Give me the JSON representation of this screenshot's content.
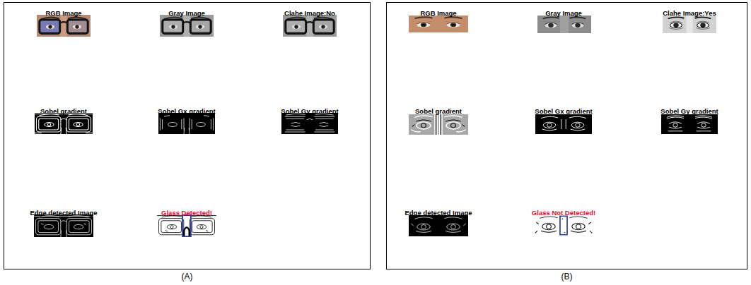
{
  "diagram": {
    "nodes": [
      {
        "text": [
          "(A)"
        ]
      },
      {
        "text": [
          "RGB Image"
        ],
        "in": 0
      },
      {
        "text": [
          "Gray Image"
        ],
        "in": 0
      },
      {
        "text": [
          "Clahe Image:No"
        ],
        "in": 0
      },
      {
        "text": [
          "Sobel gradient"
        ],
        "in": 0
      },
      {
        "text": [
          "Sobel Gx gradient"
        ],
        "in": 0
      },
      {
        "text": [
          "Sobel Gy gradient"
        ],
        "in": 0
      },
      {
        "text": [
          "Edge detected Image"
        ],
        "in": 0
      },
      {
        "text": [
          "Glass Detected!"
        ],
        "in": 0
      },
      {
        "text": [
          "(B)"
        ]
      },
      {
        "text": [
          "RGB Image"
        ],
        "in": 9
      },
      {
        "text": [
          "Gray Image"
        ],
        "in": 9
      },
      {
        "text": [
          "Clahe Image:Yes"
        ],
        "in": 9
      },
      {
        "text": [
          "Sobel gradient"
        ],
        "in": 9
      },
      {
        "text": [
          "Sobel Gx gradient"
        ],
        "in": 9
      },
      {
        "text": [
          "Sobel Gy gradient"
        ],
        "in": 9
      },
      {
        "text": [
          "Edge detected Image"
        ],
        "in": 9
      },
      {
        "text": [
          "Glass Not Detected!"
        ],
        "in": 9
      }
    ]
  }
}
